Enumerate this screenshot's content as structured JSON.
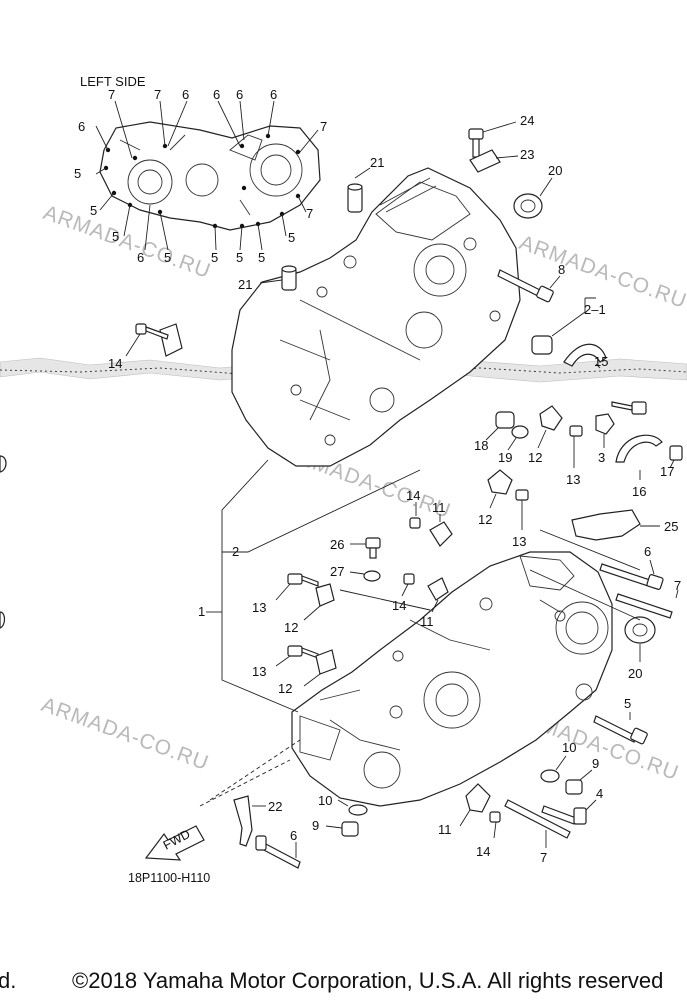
{
  "diagram": {
    "side_label": "LEFT SIDE",
    "drawing_code": "18P1100-H110",
    "fwd_label": "FWD",
    "watermark": "ARMADA-CO.RU",
    "copyright_prefix": "d.",
    "copyright": "©2018 Yamaha Motor Corporation, U.S.A. All rights reserved",
    "callouts": {
      "n1": "1",
      "n2": "2",
      "n3": "3",
      "n4": "4",
      "n5": "5",
      "n6": "6",
      "n7": "7",
      "n8": "8",
      "n9": "9",
      "n10": "10",
      "n11": "11",
      "n12": "12",
      "n13": "13",
      "n14": "14",
      "n15": "15",
      "n16": "16",
      "n17": "17",
      "n18": "18",
      "n19": "19",
      "n20": "20",
      "n21": "21",
      "n22": "22",
      "n23": "23",
      "n24": "24",
      "n25": "25",
      "n26": "26",
      "n27": "27",
      "ref_2_1": "2–1"
    }
  }
}
